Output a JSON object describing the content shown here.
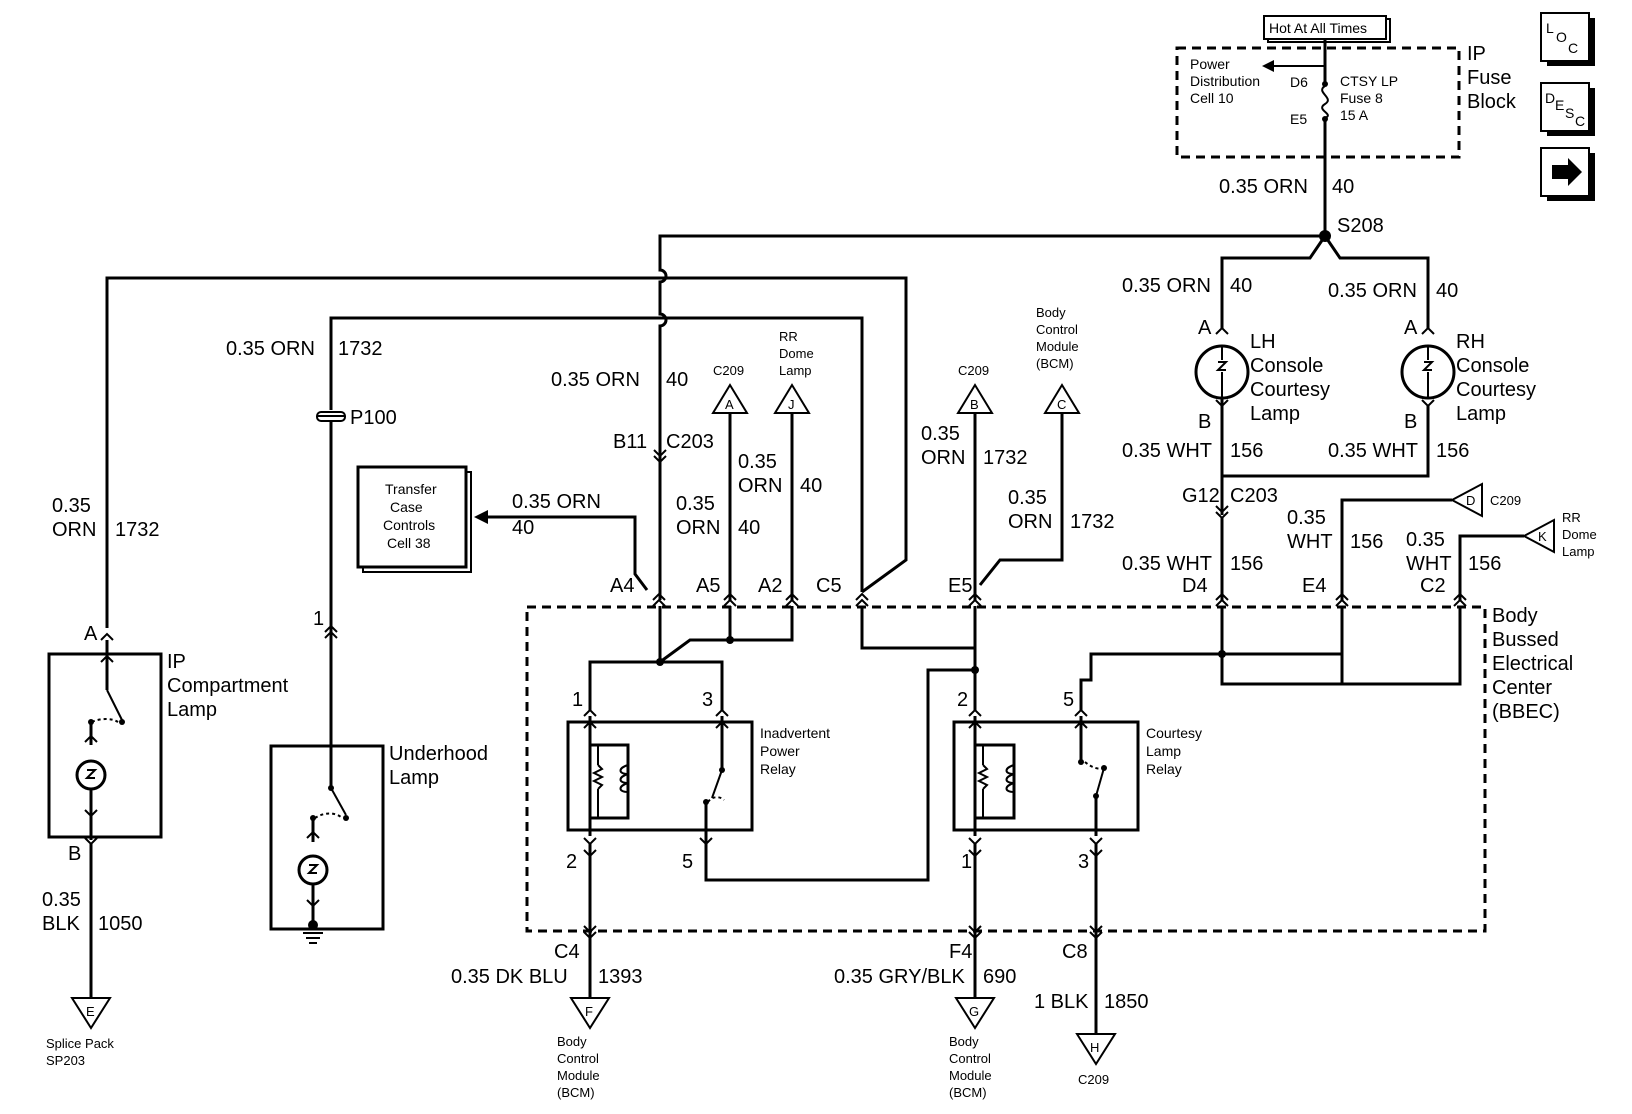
{
  "hot_at_all_times": "Hot At All Times",
  "fuse_block": {
    "title": [
      "IP",
      "Fuse",
      "Block"
    ],
    "power_dist": [
      "Power",
      "Distribution",
      "Cell 10"
    ],
    "pin_top": "D6",
    "pin_bottom": "E5",
    "fuse_label": [
      "CTSY LP",
      "Fuse 8",
      "15 A"
    ]
  },
  "nav_buttons": {
    "loc": "LOC",
    "desc": "DESC",
    "next": "next-arrow"
  },
  "wires": {
    "w_fuse_out": [
      "0.35 ORN",
      "40"
    ],
    "splice_s208": "S208",
    "w_lh_top": [
      "0.35 ORN",
      "40"
    ],
    "w_rh_top": [
      "0.35 ORN",
      "40"
    ],
    "w_ip_comp": [
      "0.35",
      "ORN",
      "1732"
    ],
    "w_underhood": [
      "0.35 ORN",
      "1732"
    ],
    "p100": "P100",
    "w_b11": [
      "0.35 ORN",
      "40"
    ],
    "b11": "B11",
    "c203_a": "C203",
    "w_transfer": [
      "0.35 ORN",
      "40"
    ],
    "w_a5": [
      "0.35",
      "ORN",
      "40"
    ],
    "w_a2": [
      "0.35",
      "ORN",
      "40"
    ],
    "w_e5_left": [
      "0.35",
      "ORN",
      "1732"
    ],
    "w_e5_right": [
      "0.35",
      "ORN",
      "1732"
    ],
    "w_lh_bottom": [
      "0.35 WHT",
      "156"
    ],
    "w_rh_bottom": [
      "0.35 WHT",
      "156"
    ],
    "g12": "G12",
    "c203_b": "C203",
    "w_d4": [
      "0.35 WHT",
      "156"
    ],
    "w_e4": [
      "0.35",
      "WHT",
      "156"
    ],
    "w_c2": [
      "0.35",
      "WHT",
      "156"
    ],
    "w_ip_gnd": [
      "0.35",
      "BLK",
      "1050"
    ],
    "w_c4": [
      "0.35 DK BLU",
      "1393"
    ],
    "w_f4": [
      "0.35 GRY/BLK",
      "690"
    ],
    "w_c8": [
      "1 BLK",
      "1850"
    ]
  },
  "connectors": {
    "c209_a": [
      "C209",
      "A"
    ],
    "rr_dome_j": [
      "RR",
      "Dome",
      "Lamp",
      "J"
    ],
    "c209_b": [
      "C209",
      "B"
    ],
    "bcm_c": [
      "Body",
      "Control",
      "Module",
      "(BCM)",
      "C"
    ],
    "c209_d": [
      "D",
      "C209"
    ],
    "rr_dome_k": [
      "K",
      "RR",
      "Dome",
      "Lamp"
    ],
    "splice_e": [
      "E",
      "Splice Pack",
      "SP203"
    ],
    "bcm_f": [
      "F",
      "Body",
      "Control",
      "Module",
      "(BCM)"
    ],
    "bcm_g": [
      "G",
      "Body",
      "Control",
      "Module",
      "(BCM)"
    ],
    "c209_h": [
      "H",
      "C209"
    ]
  },
  "pins": {
    "a4": "A4",
    "a5": "A5",
    "a2": "A2",
    "c5": "C5",
    "e5": "E5",
    "d4": "D4",
    "e4": "E4",
    "c2": "C2",
    "c4": "C4",
    "f4": "F4",
    "c8": "C8",
    "ip_a": "A",
    "ip_b": "B",
    "uh_1": "1",
    "lh_a": "A",
    "lh_b": "B",
    "rh_a": "A",
    "rh_b": "B",
    "ipr_1": "1",
    "ipr_3": "3",
    "ipr_2": "2",
    "ipr_5": "5",
    "clr_2": "2",
    "clr_5": "5",
    "clr_1": "1",
    "clr_3": "3"
  },
  "components": {
    "transfer_case": [
      "Transfer",
      "Case",
      "Controls",
      "Cell 38"
    ],
    "ip_compartment": [
      "IP",
      "Compartment",
      "Lamp"
    ],
    "underhood": [
      "Underhood",
      "Lamp"
    ],
    "lh_console": [
      "LH",
      "Console",
      "Courtesy",
      "Lamp"
    ],
    "rh_console": [
      "RH",
      "Console",
      "Courtesy",
      "Lamp"
    ],
    "inadvertent_relay": [
      "Inadvertent",
      "Power",
      "Relay"
    ],
    "courtesy_relay": [
      "Courtesy",
      "Lamp",
      "Relay"
    ],
    "bbec": [
      "Body",
      "Bussed",
      "Electrical",
      "Center",
      "(BBEC)"
    ]
  }
}
